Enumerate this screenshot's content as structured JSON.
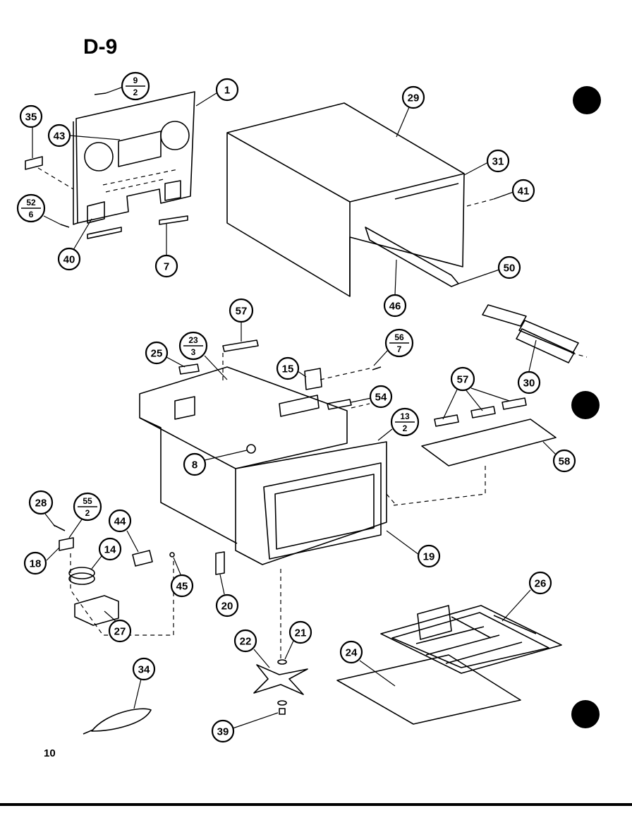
{
  "diagram": {
    "title": "D-9",
    "page_number": "10",
    "callouts": [
      {
        "id": "c1",
        "label": "1"
      },
      {
        "id": "c9_2",
        "top": "9",
        "bottom": "2"
      },
      {
        "id": "c35",
        "label": "35"
      },
      {
        "id": "c43",
        "label": "43"
      },
      {
        "id": "c52_6",
        "top": "52",
        "bottom": "6"
      },
      {
        "id": "c40",
        "label": "40"
      },
      {
        "id": "c7",
        "label": "7"
      },
      {
        "id": "c29",
        "label": "29"
      },
      {
        "id": "c31",
        "label": "31"
      },
      {
        "id": "c41",
        "label": "41"
      },
      {
        "id": "c50",
        "label": "50"
      },
      {
        "id": "c46",
        "label": "46"
      },
      {
        "id": "c57a",
        "label": "57"
      },
      {
        "id": "c25",
        "label": "25"
      },
      {
        "id": "c23_3",
        "top": "23",
        "bottom": "3"
      },
      {
        "id": "c15",
        "label": "15"
      },
      {
        "id": "c56_7",
        "top": "56",
        "bottom": "7"
      },
      {
        "id": "c30",
        "label": "30"
      },
      {
        "id": "c54",
        "label": "54"
      },
      {
        "id": "c57b",
        "label": "57"
      },
      {
        "id": "c13_2",
        "top": "13",
        "bottom": "2"
      },
      {
        "id": "c58",
        "label": "58"
      },
      {
        "id": "c8",
        "label": "8"
      },
      {
        "id": "c28",
        "label": "28"
      },
      {
        "id": "c55_2",
        "top": "55",
        "bottom": "2"
      },
      {
        "id": "c44",
        "label": "44"
      },
      {
        "id": "c18",
        "label": "18"
      },
      {
        "id": "c14",
        "label": "14"
      },
      {
        "id": "c45",
        "label": "45"
      },
      {
        "id": "c19",
        "label": "19"
      },
      {
        "id": "c20",
        "label": "20"
      },
      {
        "id": "c26",
        "label": "26"
      },
      {
        "id": "c27",
        "label": "27"
      },
      {
        "id": "c21",
        "label": "21"
      },
      {
        "id": "c22",
        "label": "22"
      },
      {
        "id": "c24",
        "label": "24"
      },
      {
        "id": "c34",
        "label": "34"
      },
      {
        "id": "c39",
        "label": "39"
      }
    ]
  }
}
